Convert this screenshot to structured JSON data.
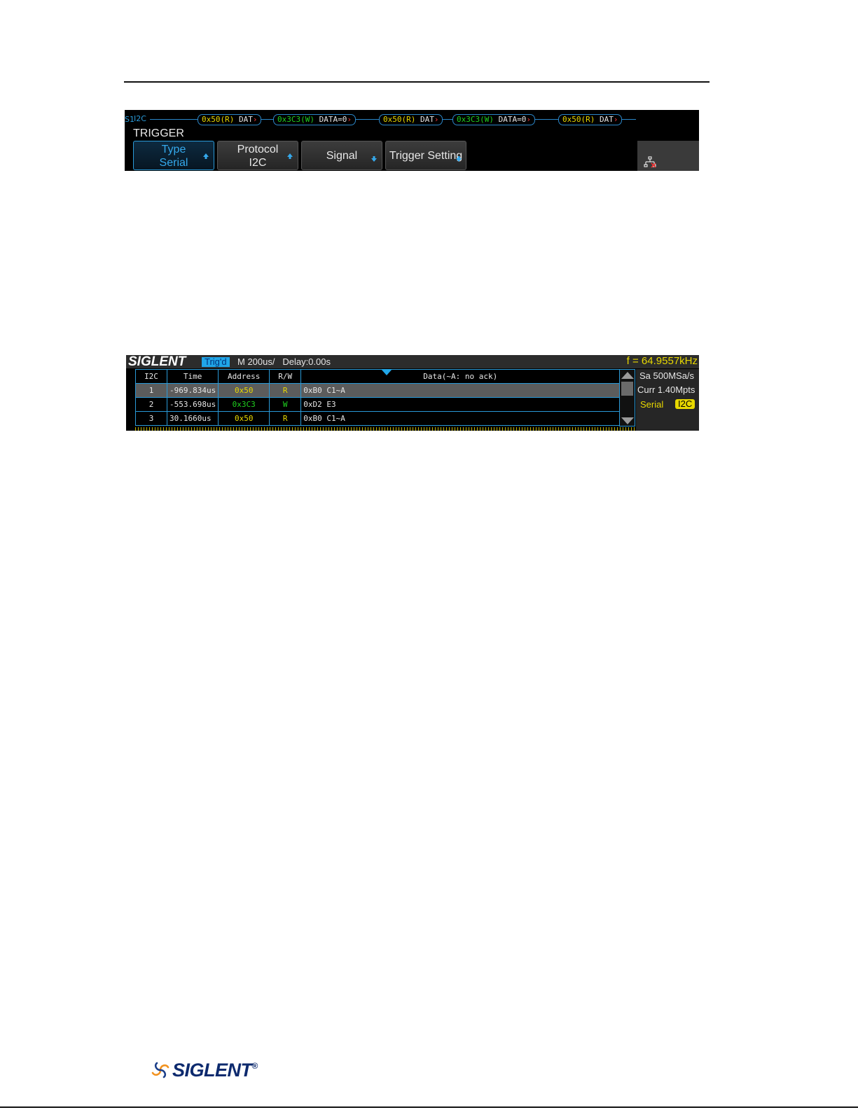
{
  "trigger_screen": {
    "decode_label_channel": "S1",
    "decode_label": "I2C",
    "packets": [
      {
        "addr": "0x50(R)",
        "rest": " DAT",
        "addr_color": "yellow"
      },
      {
        "addr": "0x3C3(W)",
        "rest": " DATA=0",
        "addr_color": "green"
      },
      {
        "addr": "0x50(R)",
        "rest": " DAT",
        "addr_color": "yellow"
      },
      {
        "addr": "0x3C3(W)",
        "rest": " DATA=0",
        "addr_color": "green"
      },
      {
        "addr": "0x50(R)",
        "rest": " DAT",
        "addr_color": "yellow"
      }
    ],
    "menu_title": "TRIGGER",
    "buttons": [
      {
        "line1": "Type",
        "line2": "Serial",
        "arrow": "up-arrow-icon",
        "active": true
      },
      {
        "line1": "Protocol",
        "line2": "I2C",
        "arrow": "up-arrow-icon",
        "active": false
      },
      {
        "label": "Signal",
        "arrow": "down-arrow-icon",
        "active": false
      },
      {
        "label": "Trigger Setting",
        "arrow": "down-arrow-icon",
        "active": false
      }
    ],
    "status_icon": "network-icon"
  },
  "decode_screen": {
    "logo": "SIGLENT",
    "trig_status": "Trig'd",
    "timebase": "M 200us/",
    "delay": "Delay:0.00s",
    "frequency": "f = 64.9557kHz",
    "table": {
      "headers": [
        "I2C",
        "Time",
        "Address",
        "R/W",
        "Data(~A: no ack)"
      ],
      "rows": [
        {
          "idx": "1",
          "time": "-969.834us",
          "address": "0x50",
          "rw": "R",
          "data": "0xB0 C1~A",
          "selected": true
        },
        {
          "idx": "2",
          "time": "-553.698us",
          "address": "0x3C3",
          "rw": "W",
          "data": "0xD2 E3",
          "selected": false
        },
        {
          "idx": "3",
          "time": "30.1660us",
          "address": "0x50",
          "rw": "R",
          "data": "0xB0 C1~A",
          "selected": false
        }
      ]
    },
    "sample_rate": "Sa 500MSa/s",
    "memory": "Curr 1.40Mpts",
    "mode": "Serial",
    "protocol_badge": "I2C",
    "colors": {
      "accent": "#20a6e8",
      "read": "#e8d800",
      "write": "#1fd11f"
    }
  },
  "footer": {
    "brand": "SIGLENT",
    "registered": "®"
  }
}
